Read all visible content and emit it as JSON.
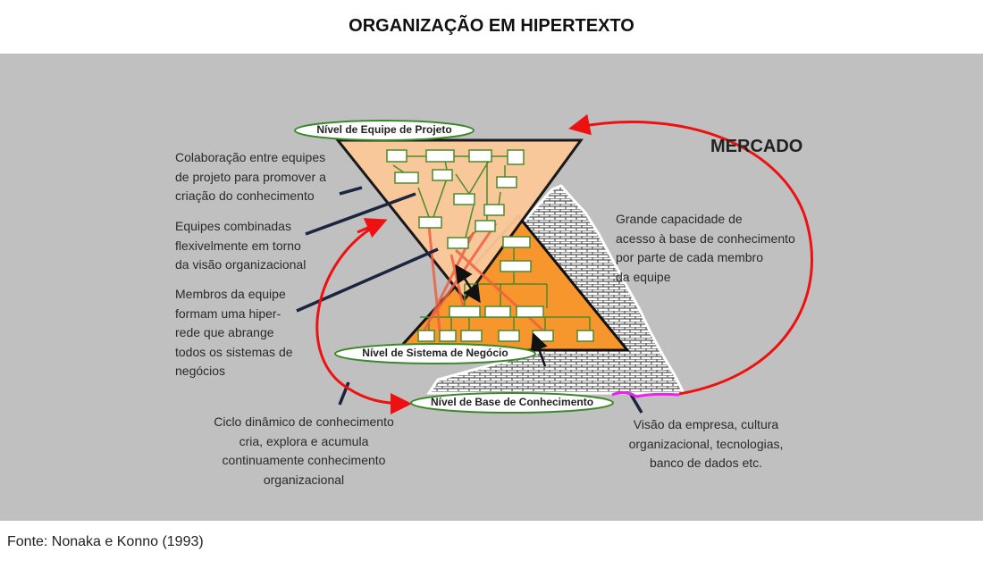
{
  "title": "ORGANIZAÇÃO EM HIPERTEXTO",
  "levels": {
    "project_team": "Nível de Equipe de Projeto",
    "business_system": "Nível de Sistema de Negócio",
    "knowledge_base": "Nível de Base de Conhecimento"
  },
  "market": "MERCADO",
  "annotations": {
    "collaboration": [
      "Colaboração entre equipes",
      "de projeto para promover a",
      "criação do conhecimento"
    ],
    "teams": [
      "Equipes combinadas",
      "flexivelmente em torno",
      "da visão organizacional"
    ],
    "members": [
      "Membros da equipe",
      "formam uma hiper-",
      "rede que abrange",
      "todos os sistemas de",
      "negócios"
    ],
    "cycle": [
      "Ciclo dinâmico de conhecimento",
      "cria, explora e acumula",
      "continuamente conhecimento",
      "organizacional"
    ],
    "access": [
      "Grande capacidade de",
      "acesso à base de conhecimento",
      "por parte de cada membro",
      "da equipe"
    ],
    "vision": [
      "Visão da empresa, cultura",
      "organizacional, tecnologias,",
      "banco de dados etc."
    ]
  },
  "source": "Fonte: Nonaka e Konno (1993)"
}
